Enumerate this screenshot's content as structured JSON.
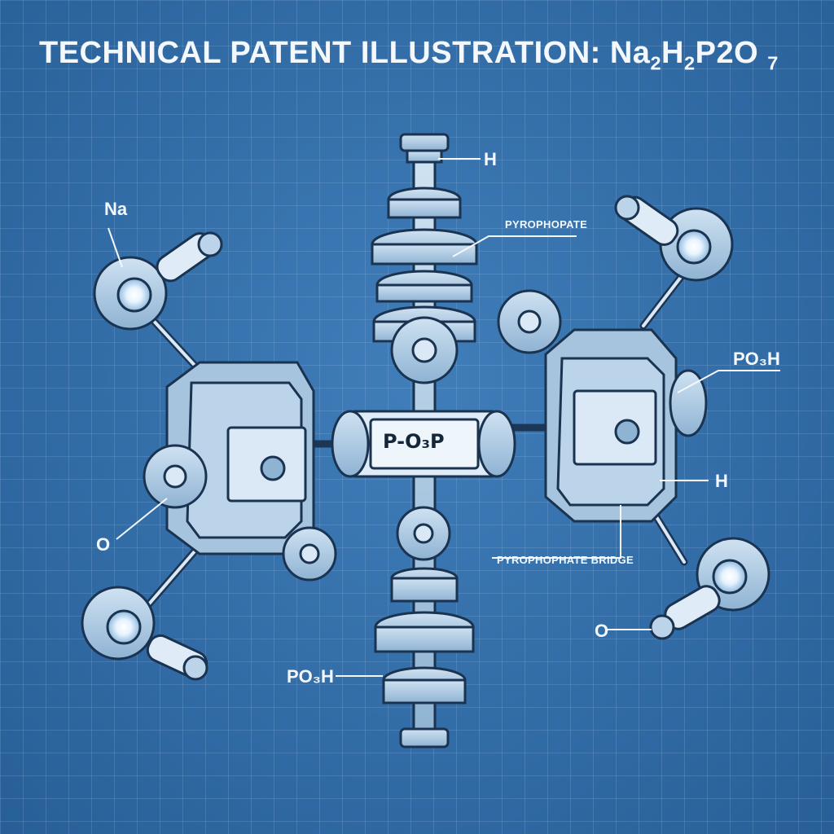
{
  "title": {
    "prefix": "TECHNICAL PATENT ILLUSTRATION: Na",
    "sub1": "2",
    "mid": "H",
    "sub2": "2",
    "suffix": "P2O ",
    "sub3": "7"
  },
  "labels": {
    "h_top": "H",
    "pyrophopate": "PYROPHOPATE",
    "na": "Na",
    "po3h_right": "PO₃H",
    "h_right": "H",
    "o_left": "O",
    "pyrophophate_bridge": "PYROPHOPHATE BRIDGE",
    "o_right": "O",
    "po3h_bottom": "PO₃H",
    "center_bond": "P-O₃P"
  },
  "colors": {
    "background": "#3271ad",
    "line": "#dbe9f7",
    "metal": "#a9c7e2",
    "ink": "#14263a",
    "glow": "#ffffff"
  }
}
